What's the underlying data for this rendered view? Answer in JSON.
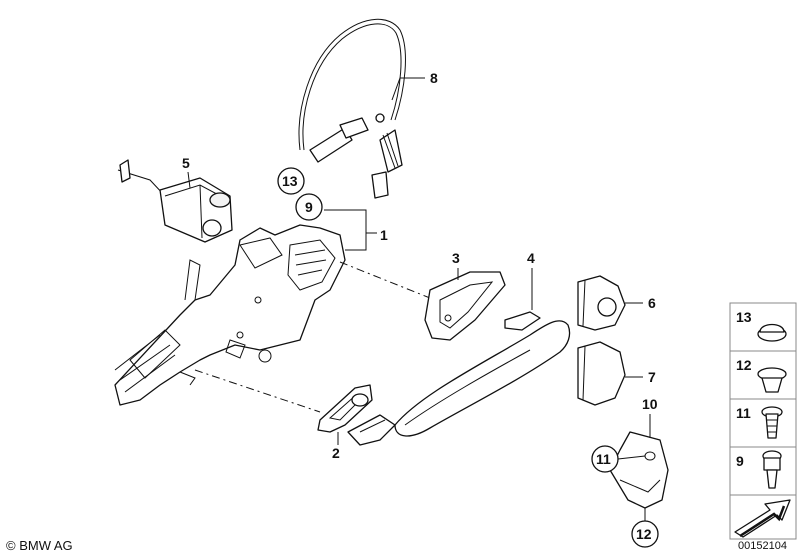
{
  "callouts": {
    "c1": "1",
    "c2": "2",
    "c3": "3",
    "c4": "4",
    "c5": "5",
    "c6": "6",
    "c7": "7",
    "c8": "8",
    "c9": "9",
    "c10": "10",
    "c11": "11",
    "c12": "12",
    "c13": "13"
  },
  "sidebar": {
    "items": [
      {
        "label": "13"
      },
      {
        "label": "12"
      },
      {
        "label": "11"
      },
      {
        "label": "9"
      }
    ]
  },
  "footer": {
    "copyright": "© BMW AG",
    "image_number": "00152104"
  }
}
